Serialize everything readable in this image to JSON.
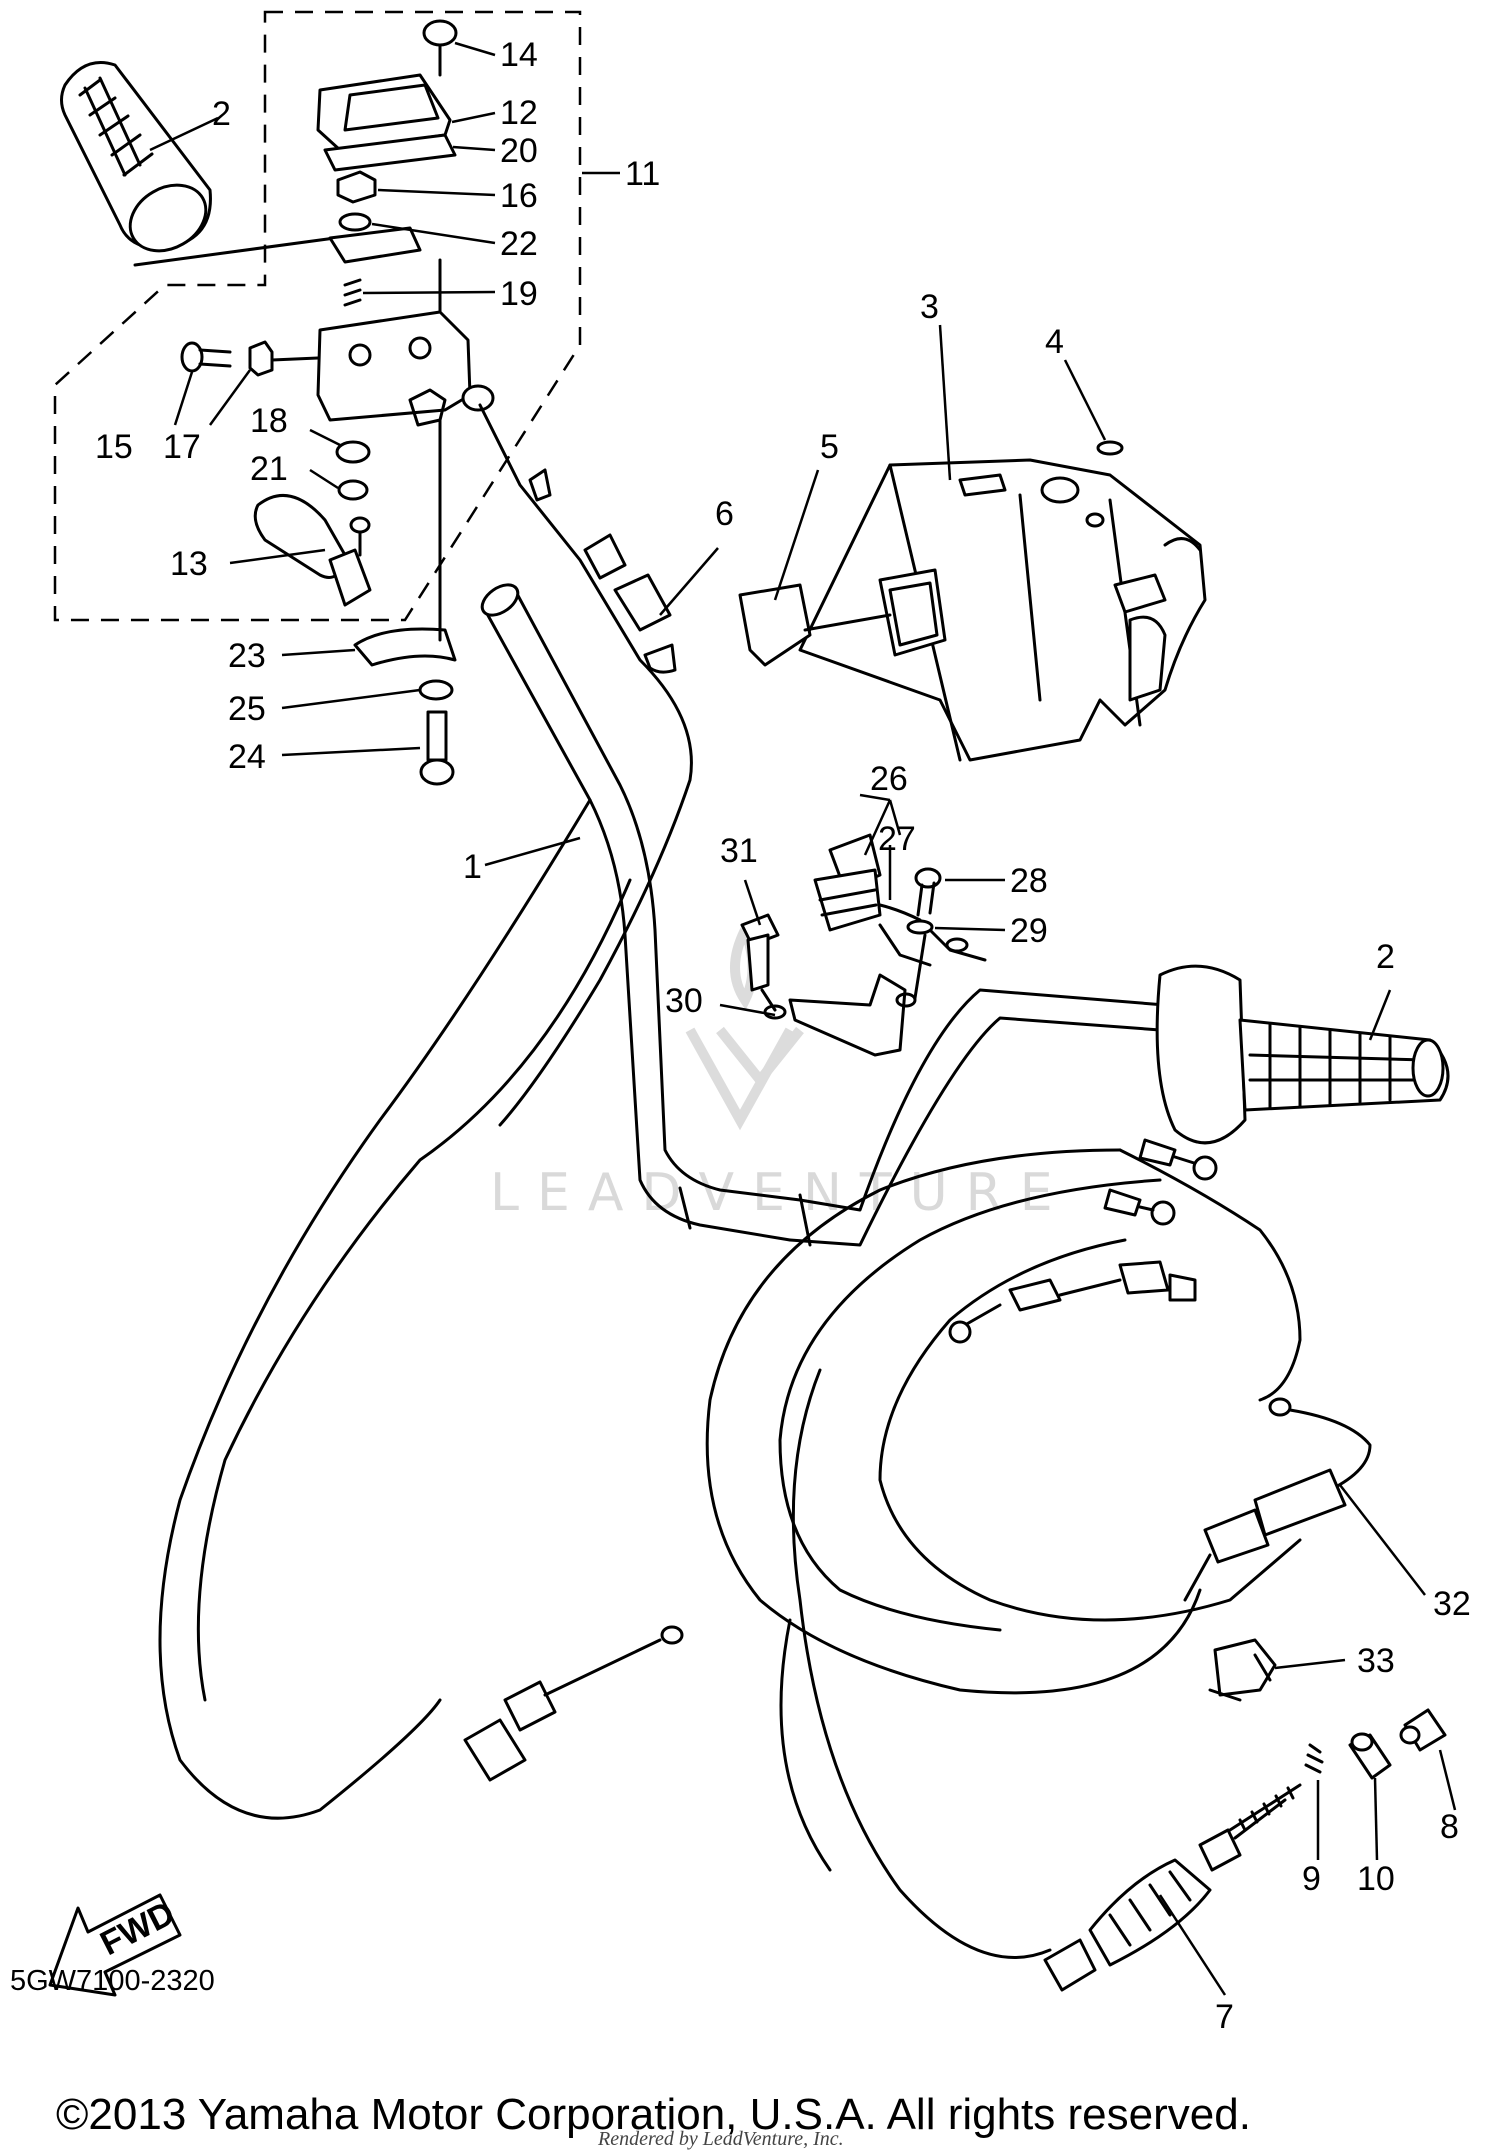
{
  "diagram": {
    "code": "5GW7100-2320",
    "copyright": "©2013 Yamaha Motor Corporation, U.S.A. All rights reserved.",
    "render_credit": "Rendered by LeadVenture, Inc.",
    "watermark": "LEADVENTURE",
    "fwd_label": "FWD",
    "callouts": {
      "c1": "1",
      "c2a": "2",
      "c2b": "2",
      "c3": "3",
      "c4": "4",
      "c5": "5",
      "c6": "6",
      "c7": "7",
      "c8": "8",
      "c9": "9",
      "c10": "10",
      "c11": "11",
      "c12": "12",
      "c13": "13",
      "c14": "14",
      "c15": "15",
      "c16": "16",
      "c17": "17",
      "c18": "18",
      "c19": "19",
      "c20": "20",
      "c21": "21",
      "c22": "22",
      "c23": "23",
      "c24": "24",
      "c25": "25",
      "c26": "26",
      "c27": "27",
      "c28": "28",
      "c29": "29",
      "c30": "30",
      "c31": "31",
      "c32": "32",
      "c33": "33"
    }
  }
}
